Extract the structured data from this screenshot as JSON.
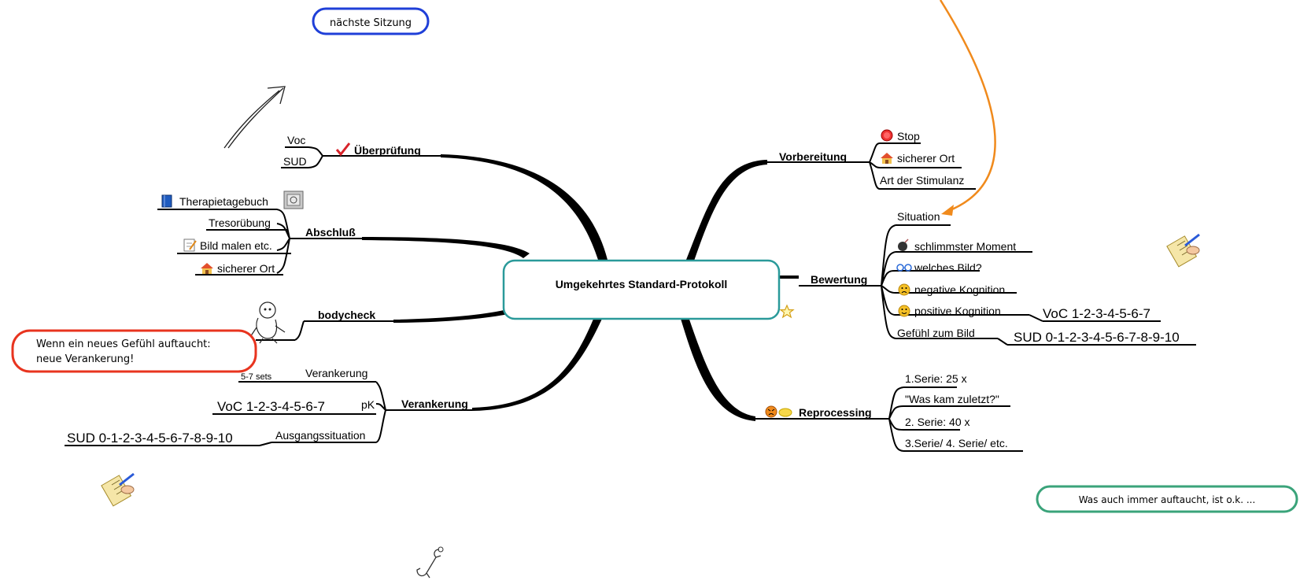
{
  "central_topic": "Umgekehrtes Standard-Protokoll",
  "callouts": {
    "next_session": "nächste Sitzung",
    "new_feeling": [
      "Wenn ein neues Gefühl auftaucht:",
      "neue Verankerung!"
    ],
    "whatever": "Was auch immer  auftaucht, ist o.k. ..."
  },
  "right": {
    "vorbereitung": {
      "title": "Vorbereitung",
      "items": [
        "Stop",
        "sicherer Ort",
        "Art der Stimulanz"
      ]
    },
    "bewertung": {
      "title": "Bewertung",
      "situation": "Situation",
      "schlimmster": "schlimmster Moment",
      "bild": "welches Bild?",
      "negativ": "negative Kognition",
      "positiv": "positive Kognition",
      "voc": "VoC 1-2-3-4-5-6-7",
      "gefuehl": "Gefühl zum Bild",
      "sud": "SUD 0-1-2-3-4-5-6-7-8-9-10"
    },
    "reprocessing": {
      "title": "Reprocessing",
      "items": [
        "1.Serie: 25 x",
        "\"Was kam zuletzt?\"",
        "2. Serie: 40 x",
        "3.Serie/ 4. Serie/ etc."
      ]
    }
  },
  "left": {
    "ueberpruefung": {
      "title": "Überprüfung",
      "items": [
        "Voc",
        "SUD"
      ]
    },
    "abschluss": {
      "title": "Abschluß",
      "items": [
        "Therapietagebuch",
        "Tresorübung",
        "Bild malen etc.",
        "sicherer Ort"
      ]
    },
    "bodycheck": {
      "title": "bodycheck"
    },
    "verankerung": {
      "title": "Verankerung",
      "verankerung": "Verankerung",
      "sets": "5-7 sets",
      "pk": "pK",
      "voc": "VoC 1-2-3-4-5-6-7",
      "ausgang": "Ausgangssituation",
      "sud": "SUD 0-1-2-3-4-5-6-7-8-9-10"
    }
  },
  "colors": {
    "central_border": "#2a9a9a",
    "callout_blue": "#1f3fd8",
    "callout_red": "#e8341f",
    "callout_green": "#3aa37a",
    "arrow_orange": "#f08a1c"
  },
  "icons": [
    "stop-icon",
    "house-icon",
    "bomb-icon",
    "glasses-icon",
    "sad-face-icon",
    "smile-face-icon",
    "angry-face-icon",
    "cloud-icon",
    "check-icon",
    "book-icon",
    "safe-icon",
    "notepad-icon",
    "star-icon",
    "monkey-icon",
    "checklist-icon",
    "hook-icon",
    "sketch-arrow-icon"
  ]
}
